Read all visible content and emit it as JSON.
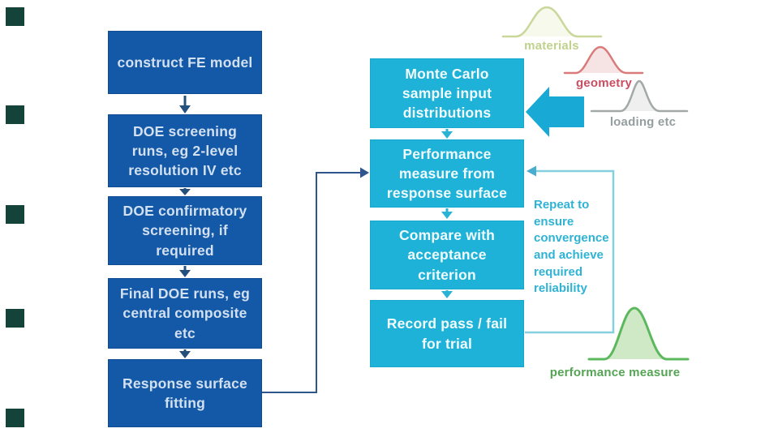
{
  "title": "DOE / Monte Carlo reliability workflow diagram",
  "palette": {
    "dark_blue_box": "#1359a8",
    "cyan_box": "#1eb2d8",
    "navy_connector": "#2f568c",
    "loop_line": "#85cfdf",
    "repeat_text": "#2fb3d4",
    "edge_marker": "#14433a",
    "materials_green": "#bfd28c",
    "geometry_red": "#c84f62",
    "loading_gray": "#959e9e",
    "performance_green": "#55a455"
  },
  "left_column": {
    "boxes": [
      {
        "label": "construct FE model"
      },
      {
        "label": "DOE screening runs, eg 2-level resolution IV etc"
      },
      {
        "label": "DOE confirmatory screening, if required"
      },
      {
        "label": "Final DOE runs, eg central composite etc"
      },
      {
        "label": "Response surface fitting"
      }
    ]
  },
  "right_column": {
    "boxes": [
      {
        "label": "Monte Carlo sample input distributions"
      },
      {
        "label": "Performance measure from response surface"
      },
      {
        "label": "Compare with acceptance criterion"
      },
      {
        "label": "Record pass / fail for trial"
      }
    ]
  },
  "input_distributions": [
    {
      "label": "materials"
    },
    {
      "label": "geometry"
    },
    {
      "label": "loading etc"
    }
  ],
  "output_distribution": {
    "label": "performance measure"
  },
  "annotations": {
    "repeat_note": "Repeat to ensure convergence and achieve required reliability"
  }
}
